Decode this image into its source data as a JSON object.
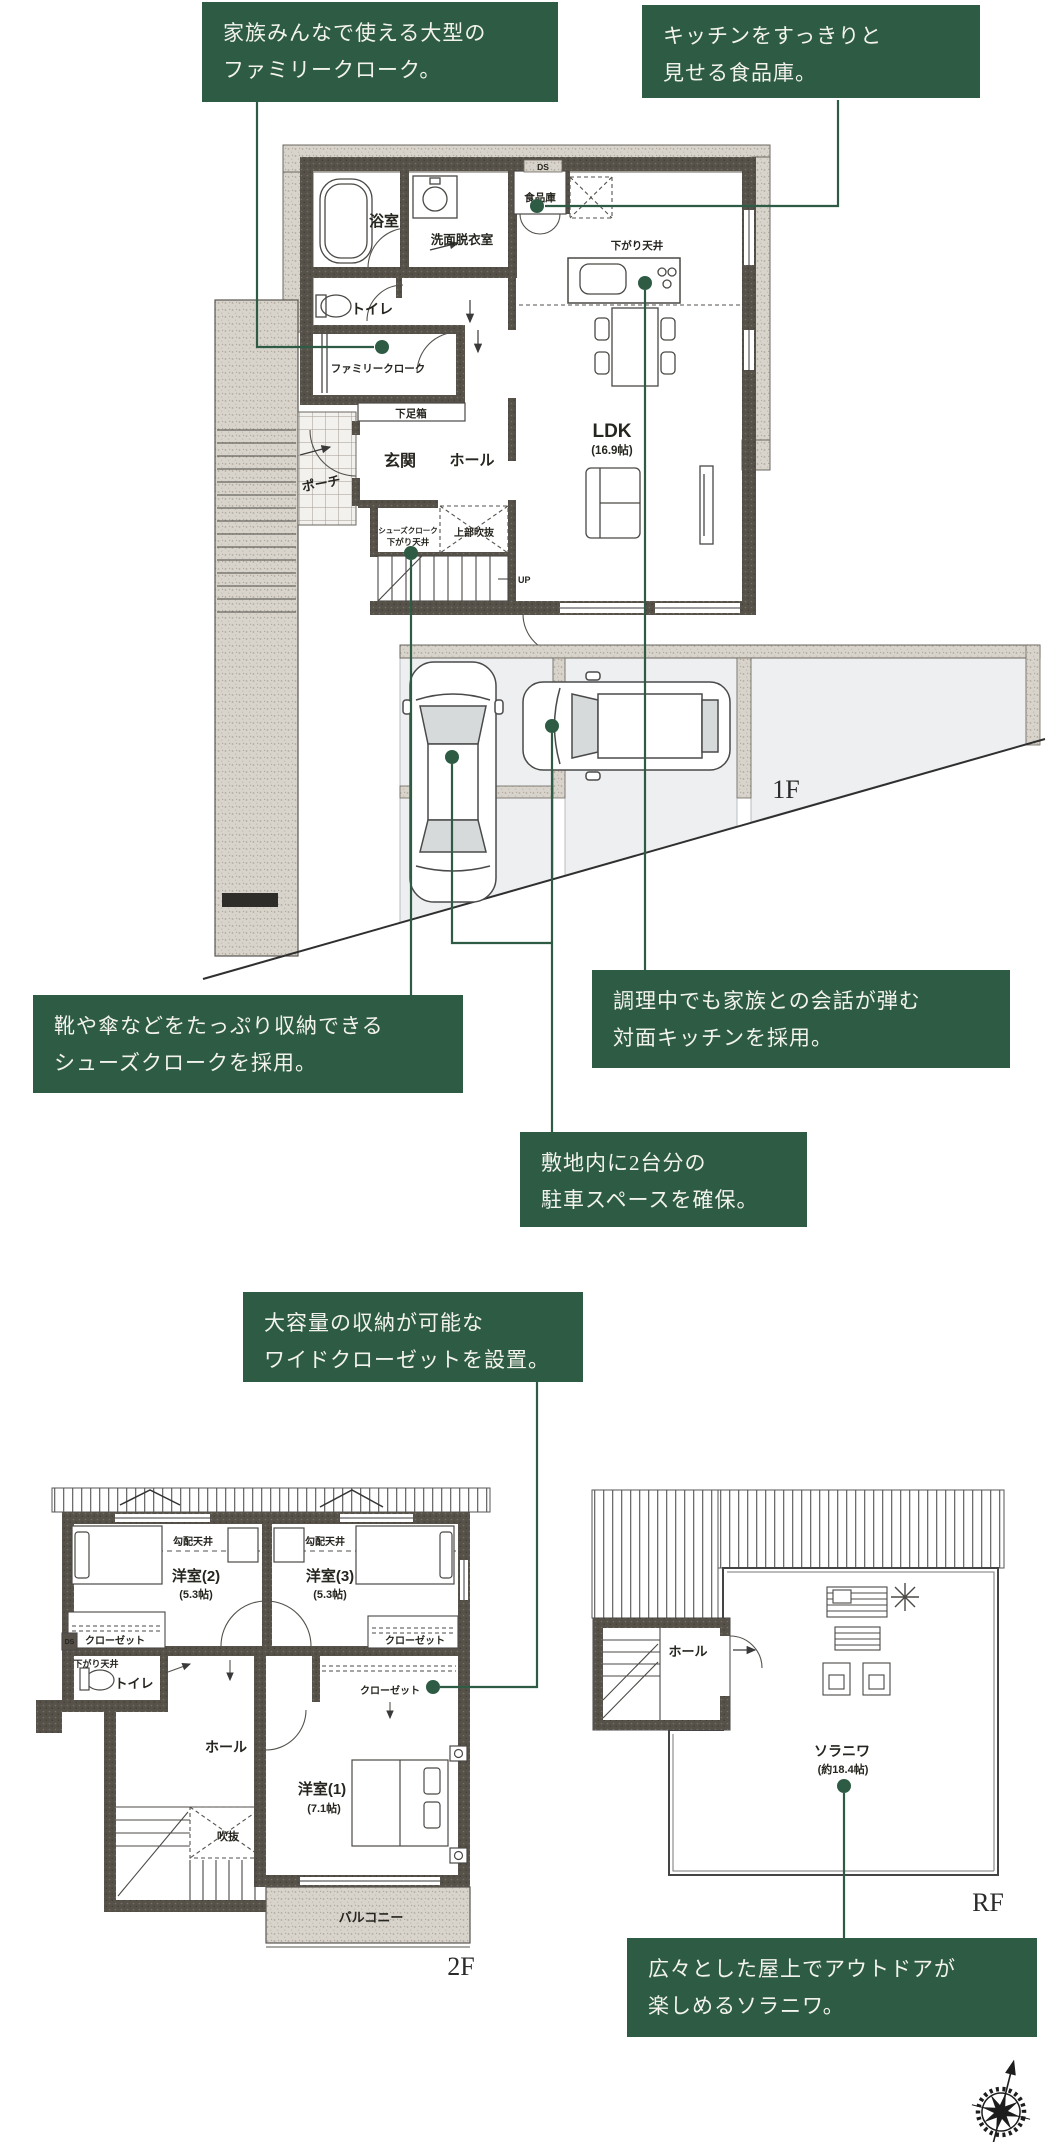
{
  "accent_color": "#2e5b43",
  "callouts": {
    "family_cloak": "家族みんなで使える大型の\nファミリークローク。",
    "pantry": "キッチンをすっきりと\n見せる食品庫。",
    "shoe_cloak": "靴や傘などをたっぷり収納できる\nシューズクロークを採用。",
    "kitchen": "調理中でも家族との会話が弾む\n対面キッチンを採用。",
    "parking": "敷地内に2台分の\n駐車スペースを確保。",
    "closet": "大容量の収納が可能な\nワイドクローゼットを設置。",
    "soraniwa": "広々とした屋上でアウトドアが\n楽しめるソラニワ。"
  },
  "floor1": {
    "floor_label": "1F",
    "rooms": {
      "bath": "浴室",
      "washroom": "洗面脱衣室",
      "ds": "DS",
      "pantry": "食品庫",
      "lowered_ceiling": "下がり天井",
      "toilet": "トイレ",
      "family_cloak": "ファミリークローク",
      "shoe_box": "下足箱",
      "entrance": "玄関",
      "hall": "ホール",
      "ldk": "LDK",
      "ldk_size": "(16.9帖)",
      "porch": "ポーチ",
      "shoe_cloak": "シューズクローク",
      "shoe_cloak_ceiling": "下がり天井",
      "void_above": "上部吹抜",
      "up": "UP"
    }
  },
  "floor2": {
    "floor_label": "2F",
    "rooms": {
      "sloped_ceiling_left": "勾配天井",
      "sloped_ceiling_right": "勾配天井",
      "bedroom2": "洋室(2)",
      "bedroom2_size": "(5.3帖)",
      "bedroom3": "洋室(3)",
      "bedroom3_size": "(5.3帖)",
      "closet_left": "クローゼット",
      "closet_right": "クローゼット",
      "closet_main": "クローゼット",
      "ds": "DS",
      "lowered_ceiling": "下がり天井",
      "toilet": "トイレ",
      "hall": "ホール",
      "void": "吹抜",
      "bedroom1": "洋室(1)",
      "bedroom1_size": "(7.1帖)",
      "balcony": "バルコニー"
    }
  },
  "roof": {
    "floor_label": "RF",
    "rooms": {
      "hall": "ホール",
      "soraniwa": "ソラニワ",
      "soraniwa_size": "(約18.4帖)"
    }
  }
}
